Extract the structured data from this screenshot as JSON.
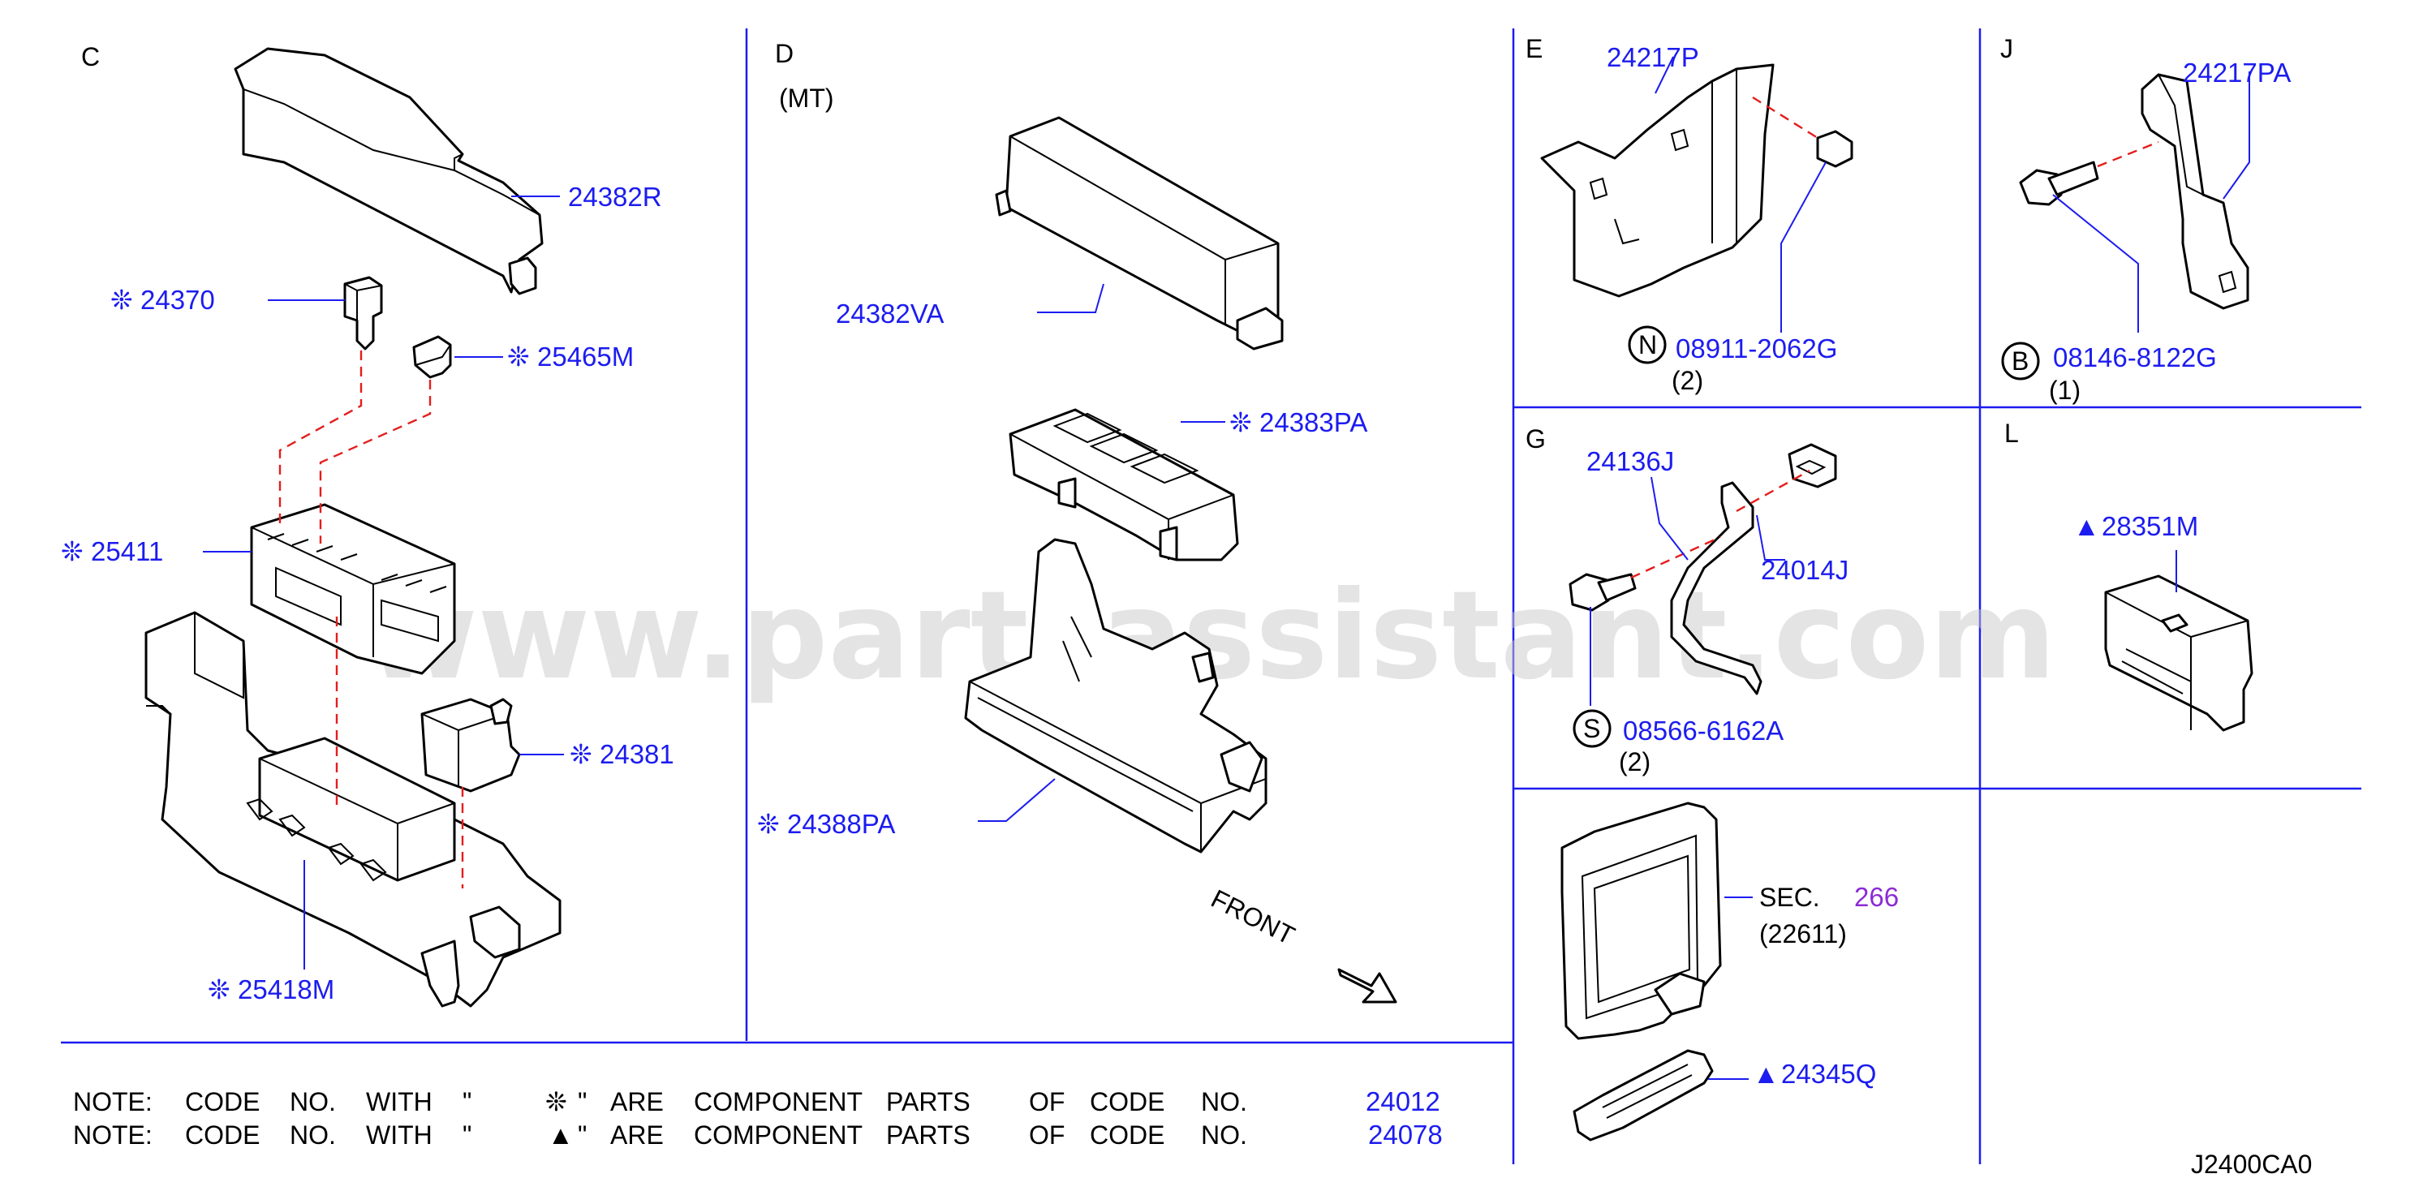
{
  "watermark": "www.partsassistant.com",
  "diagram_id": "J2400CA0",
  "sections": {
    "C": "C",
    "D": "D",
    "D_sub": "(MT)",
    "E": "E",
    "J": "J",
    "G": "G",
    "L": "L"
  },
  "parts": {
    "p24382R": "24382R",
    "p24370": "24370",
    "p25465M": "25465M",
    "p25411": "25411",
    "p24381": "24381",
    "p25418M": "25418M",
    "p24382VA": "24382VA",
    "p24383PA": "24383PA",
    "p24388PA": "24388PA",
    "p24217P": "24217P",
    "p08911": "08911-2062G",
    "q08911": "(2)",
    "p24217PA": "24217PA",
    "p08146": "08146-8122G",
    "q08146": "(1)",
    "p24136J": "24136J",
    "p24014J": "24014J",
    "p08566": "08566-6162A",
    "q08566": "(2)",
    "p28351M": "28351M",
    "sec_label": "SEC.",
    "sec_num": "266",
    "sec_sub": "(22611)",
    "p24345Q": "24345Q"
  },
  "circled": {
    "N": "N",
    "B": "B",
    "S": "S"
  },
  "symbols": {
    "component": "❊",
    "triangle": "▲"
  },
  "front": "FRONT",
  "notes": [
    {
      "words": [
        "NOTE:",
        "CODE",
        "NO.",
        "WITH",
        "\""
      ],
      "symbol": "❊",
      "tail": [
        "\"",
        "ARE",
        "COMPONENT",
        "PARTS",
        "OF",
        "CODE",
        "NO."
      ],
      "code": "24012"
    },
    {
      "words": [
        "NOTE:",
        "CODE",
        "NO.",
        "WITH",
        "\""
      ],
      "symbol": "▲",
      "tail": [
        "\"",
        "ARE",
        "COMPONENT",
        "PARTS",
        "OF",
        "CODE",
        "NO."
      ],
      "code": "24078"
    }
  ],
  "colors": {
    "label": "#1c1cf0",
    "leader": "#1c1cf0",
    "dashed": "#e41d1d",
    "sec_num": "#8b2bd6",
    "watermark": "#c9c9c9"
  }
}
